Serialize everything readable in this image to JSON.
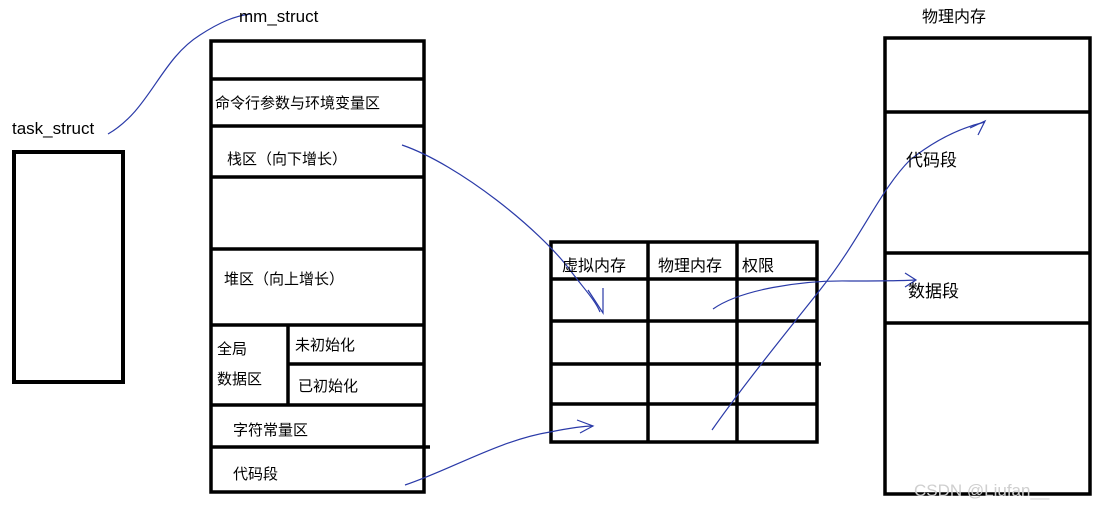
{
  "task_struct": {
    "label": "task_struct"
  },
  "mm_struct": {
    "label": "mm_struct",
    "sections": {
      "cmdline_env": "命令行参数与环境变量区",
      "stack": "栈区（向下增长）",
      "heap": "堆区（向上增长）",
      "global_line1": "全局",
      "global_line2": "数据区",
      "uninit": "未初始化",
      "init": "已初始化",
      "const_str": "字符常量区",
      "code": "代码段"
    }
  },
  "page_table": {
    "headers": [
      "虚拟内存",
      "物理内存",
      "权限"
    ]
  },
  "physical_memory": {
    "label": "物理内存",
    "sections": {
      "code": "代码段",
      "data": "数据段"
    }
  },
  "watermark": "CSDN @Liufan__",
  "colors": {
    "line": "#000000",
    "arrow": "#2a3aa8"
  }
}
